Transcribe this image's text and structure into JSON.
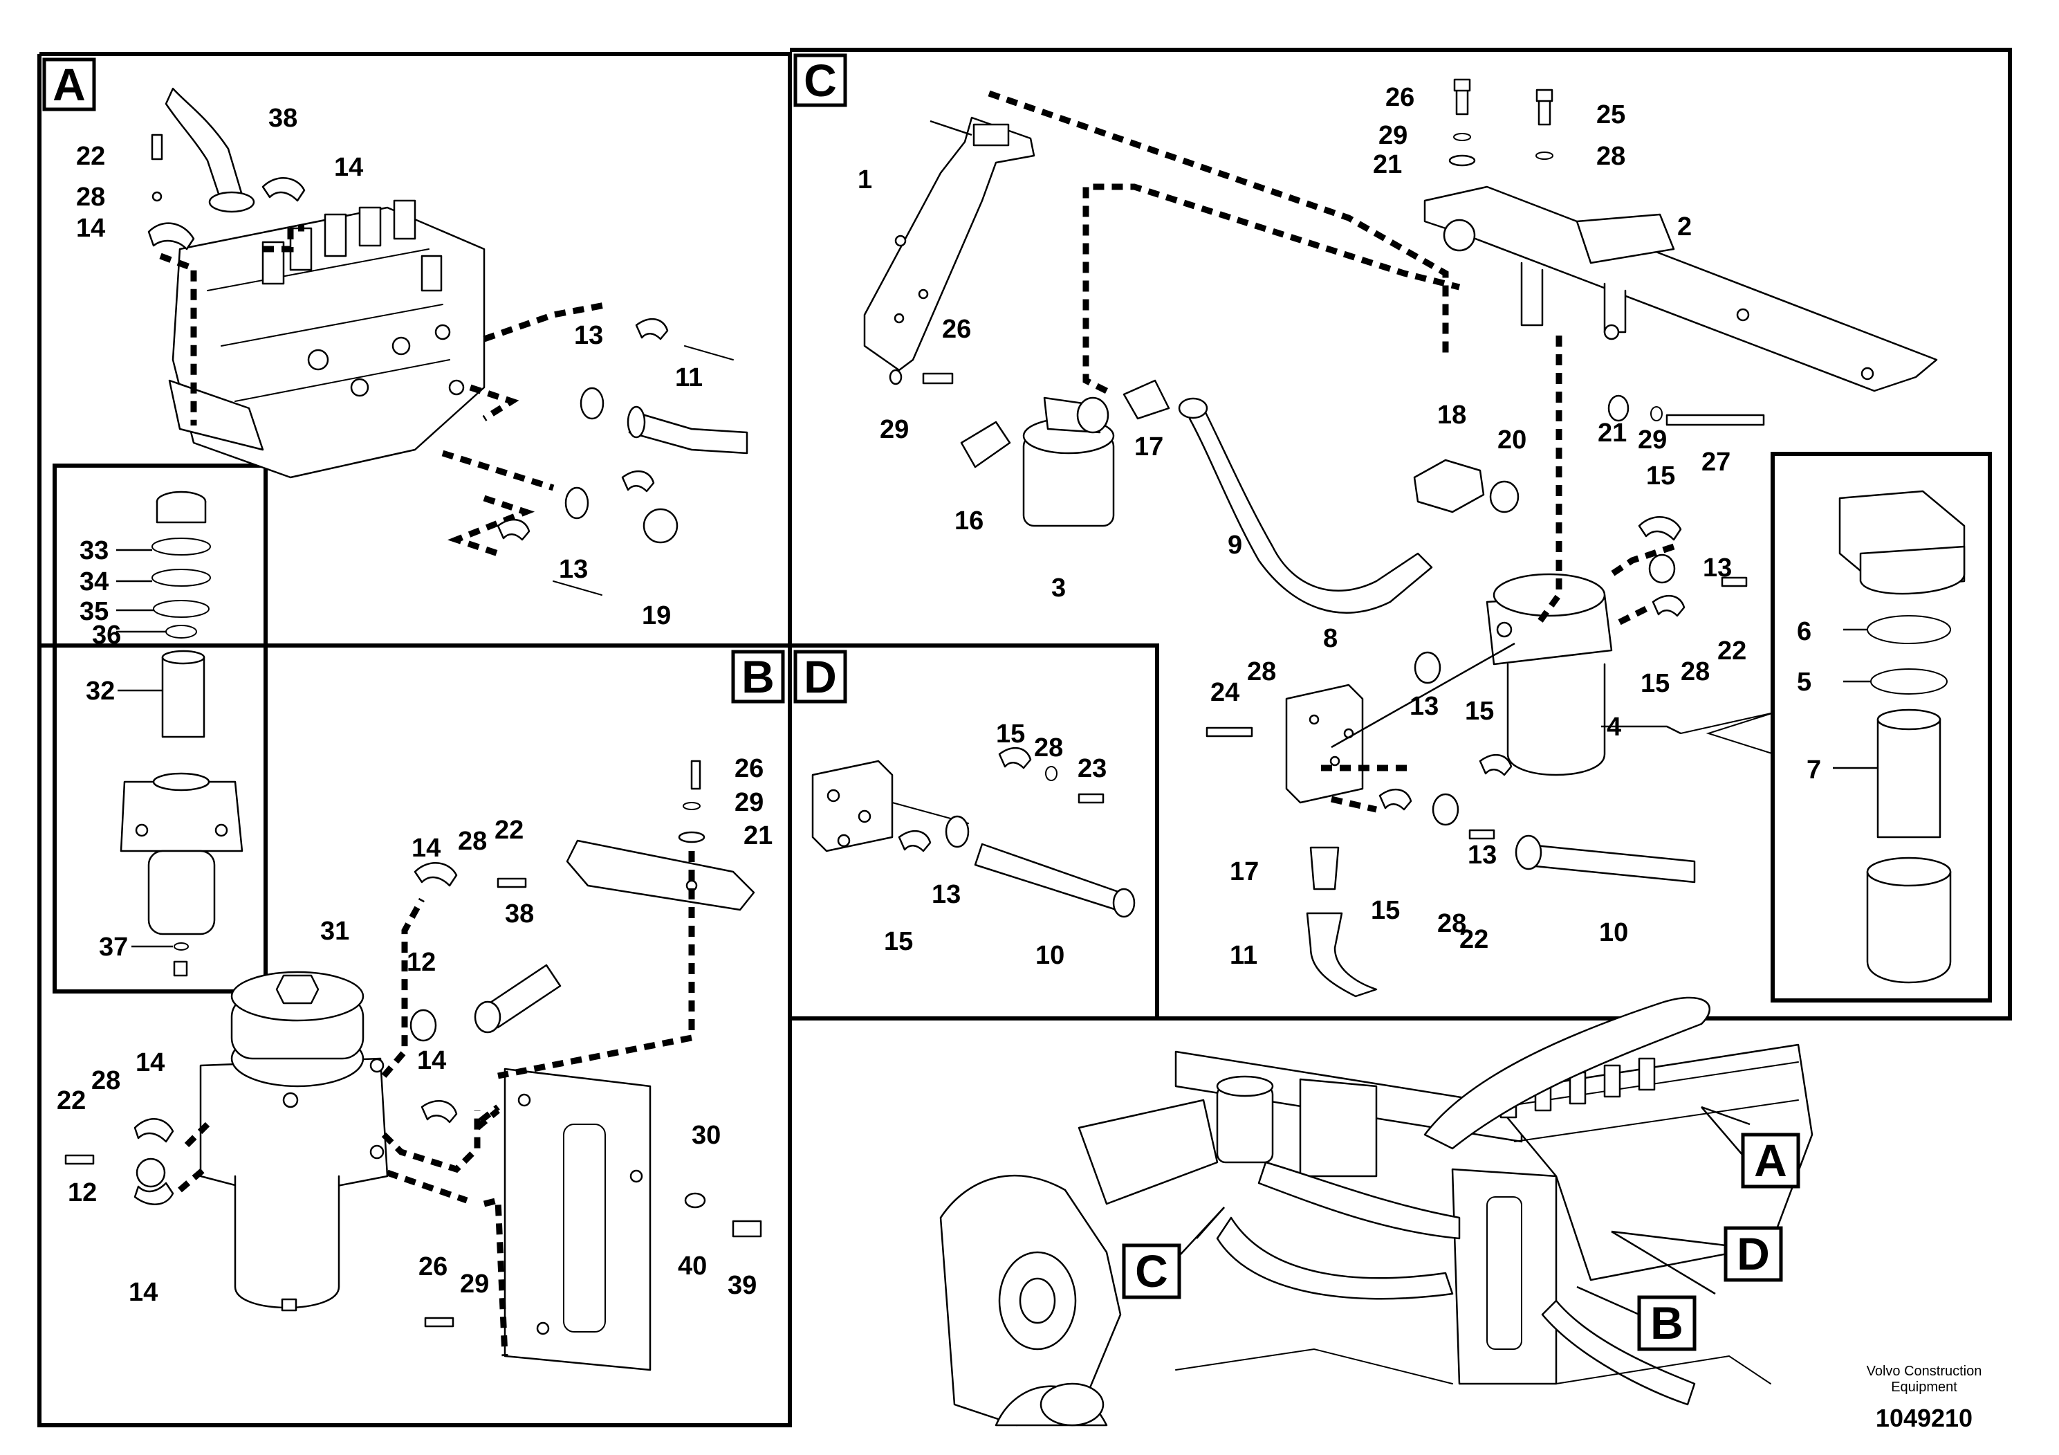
{
  "sections": {
    "A": "A",
    "B": "B",
    "C": "C",
    "D": "D"
  },
  "callouts": {
    "a": [
      "38",
      "14",
      "22",
      "28",
      "14",
      "13",
      "11",
      "13",
      "19",
      "33",
      "34",
      "35",
      "36",
      "32",
      "37"
    ],
    "b": [
      "26",
      "29",
      "21",
      "14",
      "28",
      "22",
      "38",
      "31",
      "12",
      "14",
      "22",
      "28",
      "14",
      "12",
      "14",
      "30",
      "40",
      "39",
      "26",
      "29"
    ],
    "c": [
      "26",
      "25",
      "29",
      "28",
      "21",
      "1",
      "2",
      "26",
      "29",
      "16",
      "17",
      "3",
      "18",
      "20",
      "9",
      "15",
      "13",
      "15",
      "28",
      "22",
      "8",
      "24",
      "28",
      "13",
      "15",
      "4",
      "17",
      "15",
      "28",
      "22",
      "13",
      "10",
      "11",
      "21",
      "29",
      "27"
    ],
    "c_inset": [
      "6",
      "5",
      "7"
    ],
    "d": [
      "15",
      "28",
      "23",
      "13",
      "15",
      "10"
    ]
  },
  "footer": {
    "brand_line1": "Volvo Construction",
    "brand_line2": "Equipment",
    "doc_number": "1049210"
  }
}
